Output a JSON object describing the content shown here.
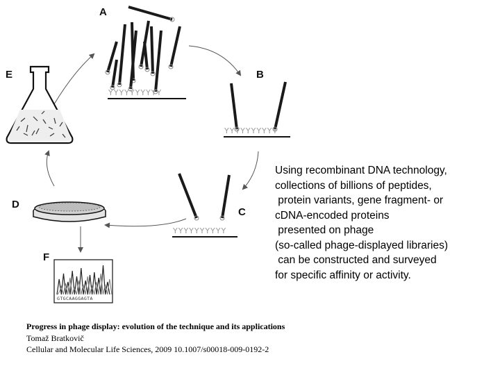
{
  "figure": {
    "steps": [
      {
        "id": "A",
        "label": "A"
      },
      {
        "id": "B",
        "label": "B"
      },
      {
        "id": "C",
        "label": "C"
      },
      {
        "id": "D",
        "label": "D"
      },
      {
        "id": "E",
        "label": "E"
      },
      {
        "id": "F",
        "label": "F"
      }
    ],
    "surface_row_a": "YYYYYYYYYY",
    "surface_row_b": "YYYYYYYYYY",
    "surface_row_c": "YYYYYYYYYY",
    "sequence_readout": "GTGCAAGGAGTA"
  },
  "description": [
    "Using recombinant DNA technology,",
    "collections of billions of peptides,",
    " protein variants, gene fragment- or",
    "cDNA-encoded proteins",
    " presented on phage",
    "(so-called phage-displayed libraries)",
    " can be constructed and surveyed",
    "for specific affinity or activity."
  ],
  "citation": {
    "title": "Progress in phage display: evolution of the technique and its applications",
    "author": "Tomaž Bratkovič",
    "journal": "Cellular and Molecular Life Sciences, 2009 10.1007/s00018-009-0192-2"
  },
  "colors": {
    "ink": "#111111",
    "phage": "#1a1a1a",
    "target_y": "#9a9a9a",
    "arrow": "#555555"
  }
}
